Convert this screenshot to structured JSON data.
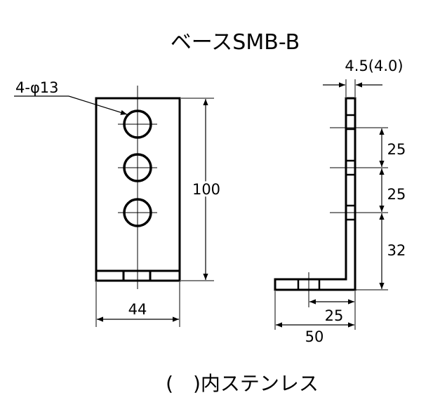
{
  "title": "ベースSMB-B",
  "front_view": {
    "hole_label": "4-φ13",
    "height_label": "100",
    "width_label": "44"
  },
  "side_view": {
    "thickness_label": "4.5(4.0)",
    "pitch_upper_label": "25",
    "pitch_middle_label": "25",
    "bottom_offset_label": "32",
    "base_hole_offset_label": "25",
    "base_length_label": "50"
  },
  "note": "(　)内ステンレス",
  "colors": {
    "line": "#000000",
    "background": "#ffffff"
  }
}
